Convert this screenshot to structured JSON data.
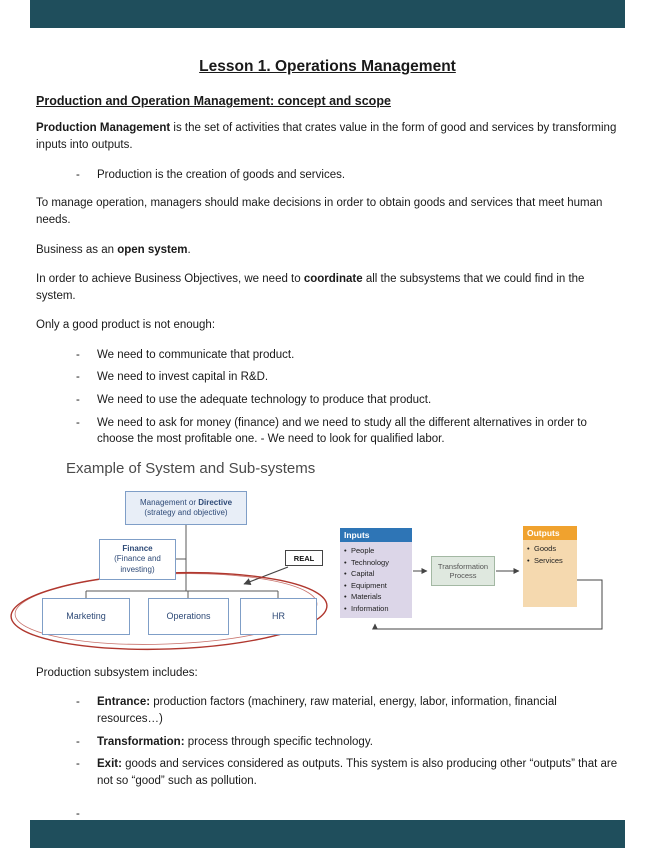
{
  "page": {
    "title": "Lesson 1. Operations Management",
    "section_heading": "Production and Operation Management: concept and scope"
  },
  "paragraphs": {
    "p1_bold": "Production Management",
    "p1_rest": " is the set of activities that crates value in the form of good and services by transforming inputs into outputs.",
    "bullet1": "Production is the creation of goods and services.",
    "p2": "To manage operation, managers should make decisions in order to obtain goods and services that meet human needs.",
    "p3_pre": "Business as an ",
    "p3_bold": "open system",
    "p3_post": ".",
    "p4_pre": "In order to achieve Business Objectives, we need to ",
    "p4_bold": "coordinate",
    "p4_post": " all the subsystems that we could find in the system.",
    "p5": "Only a good product is not enough:"
  },
  "needs_list": [
    "We need to communicate that product.",
    "We need to invest capital in R&D.",
    "We need to use the adequate technology to produce that product.",
    "We need to ask for money (finance) and we need to study all the different alternatives in order to choose the most profitable one. - We need to look for qualified labor."
  ],
  "diagram": {
    "title": "Example of System and Sub-systems",
    "management_line1_pre": "Management or ",
    "management_line1_bold": "Directive",
    "management_line2": "(strategy and objective)",
    "finance_bold": "Finance",
    "finance_sub": "(Finance and investing)",
    "real_label": "REAL",
    "marketing": "Marketing",
    "operations": "Operations",
    "hr": "HR",
    "inputs_title": "Inputs",
    "inputs_items": [
      "People",
      "Technology",
      "Capital",
      "Equipment",
      "Materials",
      "Information"
    ],
    "transformation_label": "Transformation Process",
    "outputs_title": "Outputs",
    "outputs_items": [
      "Goods",
      "Services"
    ]
  },
  "production": {
    "intro": "Production subsystem includes:",
    "items": [
      {
        "bold": "Entrance:",
        "rest": " production factors (machinery, raw material, energy, labor, information, financial resources…)"
      },
      {
        "bold": "Transformation:",
        "rest": " process through specific technology."
      },
      {
        "bold": "Exit:",
        "rest": " goods and services considered as outputs. This system is also producing other “outputs” that are not so “good” such as pollution."
      }
    ],
    "trailing_dash": "-"
  },
  "colors": {
    "page_frame": "#1f4e5c",
    "box_border": "#7f9ec7",
    "box_text": "#2e4a77",
    "box_fill_tinted": "#e8eef7",
    "inputs_header": "#2e75b6",
    "inputs_body": "#dcd6e8",
    "outputs_header": "#f0a22e",
    "outputs_body": "#f5d9af",
    "transform_fill": "#dfe8df",
    "transform_border": "#a3b8a3",
    "connector": "#595959",
    "red_ellipse": "#b0372e",
    "text": "#1a1a1a"
  }
}
